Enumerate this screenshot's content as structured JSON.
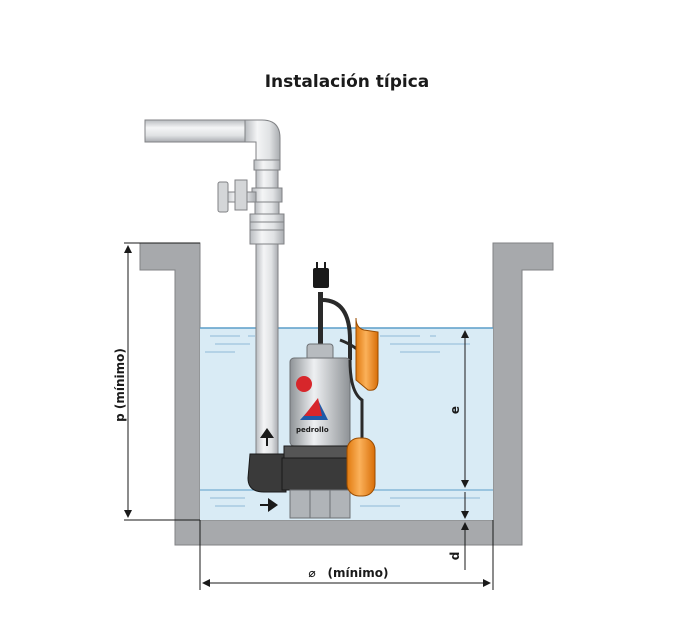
{
  "diagram": {
    "title": "Instalación típica",
    "labels": {
      "p": "p  (mínimo)",
      "e": "e",
      "d": "d",
      "diameter_symbol": "⌀",
      "diameter": "(mínimo)"
    },
    "pump_brand": "pedrollo",
    "colors": {
      "water": "#d9ebf5",
      "wall": "#a7a9ac",
      "pipe": "#e6e7e8",
      "float": "#f7941d",
      "pump_body": "#c8ccd0",
      "pump_base": "#3a3a3a"
    }
  }
}
